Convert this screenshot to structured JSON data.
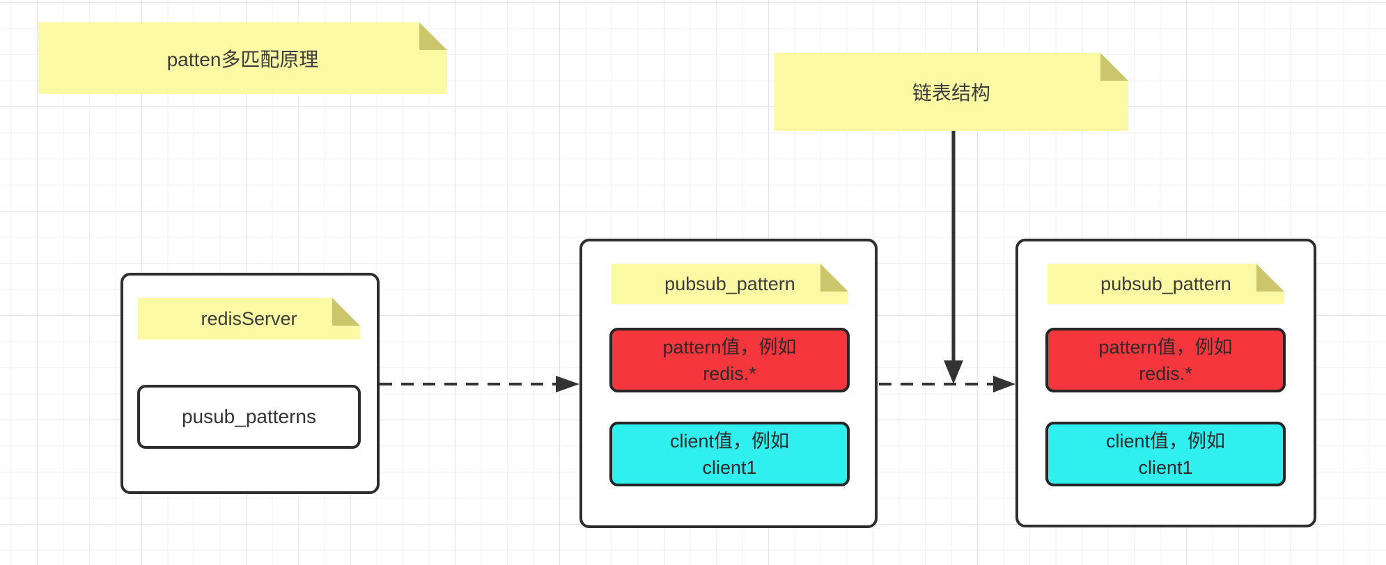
{
  "diagram": {
    "top_notes": [
      {
        "label": "patten多匹配原理"
      },
      {
        "label": "链表结构"
      }
    ],
    "redis_server_node": {
      "title": "redisServer",
      "member": "pusub_patterns"
    },
    "pubsub_nodes": [
      {
        "title": "pubsub_pattern",
        "pattern_value": {
          "line1": "pattern值，例如",
          "line2": "redis.*"
        },
        "client_value": {
          "line1": "client值，例如",
          "line2": "client1"
        }
      },
      {
        "title": "pubsub_pattern",
        "pattern_value": {
          "line1": "pattern值，例如",
          "line2": "redis.*"
        },
        "client_value": {
          "line1": "client值，例如",
          "line2": "client1"
        }
      }
    ],
    "connectors": [
      {
        "from": "redisServer",
        "to": "pubsub_pattern-1",
        "style": "dashed-arrow"
      },
      {
        "from": "pubsub_pattern-1",
        "to": "pubsub_pattern-2",
        "style": "dashed-arrow"
      },
      {
        "from": "链表结构",
        "to": "link-between-nodes",
        "style": "solid-arrow"
      }
    ],
    "colors": {
      "note_yellow": "#fbf9a4",
      "note_fold": "#cbc56b",
      "pattern_red": "#f5363c",
      "client_cyan": "#30efef",
      "border_dark": "#2e2e2e",
      "line_dark": "#333333",
      "grid_minor": "#f1f1f4",
      "grid_major": "#e4e4e8"
    }
  }
}
